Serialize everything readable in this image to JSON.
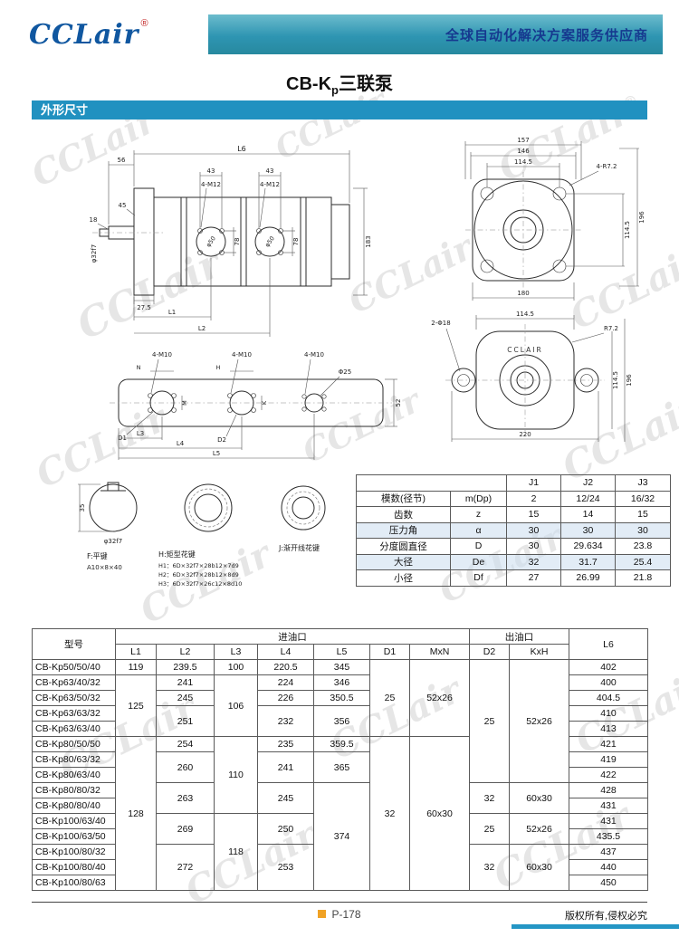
{
  "page": {
    "watermark": "CCLair",
    "reg": "®"
  },
  "header": {
    "logo": "CCLair",
    "logo_reg": "®",
    "slogan": "全球自动化解决方案服务供应商"
  },
  "title": {
    "main": "CB-K",
    "sub": "p",
    "rest": "三联泵"
  },
  "section": {
    "label": "外形尺寸"
  },
  "drawings": {
    "side": {
      "l6": "L6",
      "d56": "56",
      "d18": "18",
      "d45": "45",
      "d43a": "43",
      "d43b": "43",
      "m12a": "4-M12",
      "m12b": "4-M12",
      "shaft": "φ32f7",
      "d275": "27.5",
      "d78a": "78",
      "d78b": "78",
      "d50a": "φ50",
      "d50b": "φ50",
      "d183": "183",
      "l1": "L1",
      "l2": "L2"
    },
    "front": {
      "d157": "157",
      "d146": "146",
      "d1145t": "114.5",
      "r72": "4-R7.2",
      "d1145r": "114.5",
      "d196": "196",
      "d180": "180"
    },
    "rear": {
      "brand": "CCLAIR",
      "d1145t": "114.5",
      "r72": "R7.2",
      "holes": "2-Φ18",
      "d1145r": "114.5",
      "d196": "196",
      "d220": "220"
    },
    "port": {
      "m10a": "4-M10",
      "m10b": "4-M10",
      "m10c": "4-M10",
      "n": "N",
      "h": "H",
      "m": "M",
      "k": "K",
      "d1": "D1",
      "d2": "D2",
      "d25": "Φ25",
      "d52": "52",
      "l3": "L3",
      "l4": "L4",
      "l5": "L5"
    },
    "keys": {
      "d35": "35",
      "dia": "φ32f7",
      "f_label": "F:平键",
      "f_spec": "A10×8×40",
      "h_label": "H:矩型花键",
      "h1": "H1：6D×32f7×28b12×7d9",
      "h2": "H2：6D×32f7×28b12×8d9",
      "h3": "H3：6D×32f7×26c12×8d10",
      "j_label": "J:渐开线花键"
    }
  },
  "gear_table": {
    "j1": "J1",
    "j2": "J2",
    "j3": "J3",
    "rows": [
      {
        "label": "模数(径节)",
        "sym": "m(Dp)",
        "v1": "2",
        "v2": "12/24",
        "v3": "16/32"
      },
      {
        "label": "齿数",
        "sym": "z",
        "v1": "15",
        "v2": "14",
        "v3": "15"
      },
      {
        "label": "压力角",
        "sym": "α",
        "v1": "30",
        "v2": "30",
        "v3": "30"
      },
      {
        "label": "分度圆直径",
        "sym": "D",
        "v1": "30",
        "v2": "29.634",
        "v3": "23.8"
      },
      {
        "label": "大径",
        "sym": "De",
        "v1": "32",
        "v2": "31.7",
        "v3": "25.4"
      },
      {
        "label": "小径",
        "sym": "Df",
        "v1": "27",
        "v2": "26.99",
        "v3": "21.8"
      }
    ]
  },
  "mt": {
    "h_model": "型号",
    "h_inlet": "进油口",
    "h_outlet": "出油口",
    "h_l6": "L6",
    "cols": [
      "L1",
      "L2",
      "L3",
      "L4",
      "L5",
      "D1",
      "MxN",
      "D2",
      "KxH"
    ],
    "rows": [
      {
        "model": "CB-Kp50/50/40",
        "L1": "119",
        "L2": "239.5",
        "L3": "100",
        "L4": "220.5",
        "L5": "345",
        "D1": "25",
        "MxN": "52x26",
        "D2": "25",
        "KxH": "52x26",
        "L6": "402"
      },
      {
        "model": "CB-Kp63/40/32",
        "L1": "125",
        "L2": "241",
        "L3": "106",
        "L4": "224",
        "L5": "346",
        "L6": "400"
      },
      {
        "model": "CB-Kp63/50/32",
        "L2": "245",
        "L4": "226",
        "L5": "350.5",
        "L6": "404.5"
      },
      {
        "model": "CB-Kp63/63/32",
        "L2": "251",
        "L4": "232",
        "L5": "356",
        "L6": "410"
      },
      {
        "model": "CB-Kp63/63/40",
        "L6": "413"
      },
      {
        "model": "CB-Kp80/50/50",
        "L1": "128",
        "L2": "254",
        "L3": "110",
        "L4": "235",
        "L5": "359.5",
        "D1": "32",
        "MxN": "60x30",
        "L6": "421"
      },
      {
        "model": "CB-Kp80/63/32",
        "L2": "260",
        "L4": "241",
        "L5": "365",
        "L6": "419"
      },
      {
        "model": "CB-Kp80/63/40",
        "L6": "422"
      },
      {
        "model": "CB-Kp80/80/32",
        "L2": "263",
        "L4": "245",
        "L5": "374",
        "D2": "32",
        "KxH": "60x30",
        "L6": "428"
      },
      {
        "model": "CB-Kp80/80/40",
        "L6": "431"
      },
      {
        "model": "CB-Kp100/63/40",
        "L2": "269",
        "L3": "118",
        "L4": "250",
        "D2": "25",
        "KxH": "52x26",
        "L6": "431"
      },
      {
        "model": "CB-Kp100/63/50",
        "L6": "435.5"
      },
      {
        "model": "CB-Kp100/80/32",
        "L2": "272",
        "L4": "253",
        "D2": "32",
        "KxH": "60x30",
        "L6": "437"
      },
      {
        "model": "CB-Kp100/80/40",
        "L6": "440"
      },
      {
        "model": "CB-Kp100/80/63",
        "L6": "450"
      }
    ]
  },
  "footer": {
    "page": "P-178",
    "copyright": "版权所有,侵权必究"
  }
}
